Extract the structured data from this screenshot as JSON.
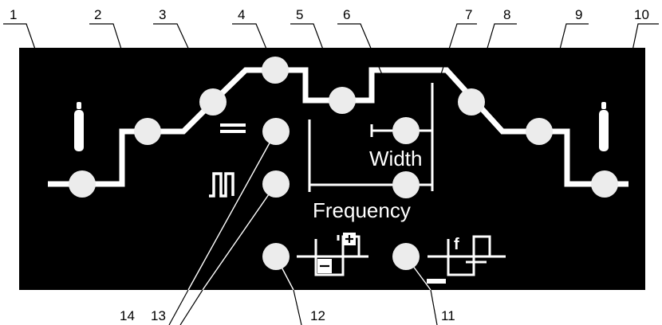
{
  "callouts": [
    "1",
    "2",
    "3",
    "4",
    "5",
    "6",
    "7",
    "8",
    "9",
    "10",
    "11",
    "12",
    "13",
    "14"
  ],
  "labels": {
    "width": "Width",
    "frequency": "Frequency",
    "pulse_f": "f"
  },
  "icons": {
    "gas_pre": "gas-cylinder-icon",
    "gas_post": "gas-cylinder-icon",
    "dc": "dc-current-icon",
    "pulse": "pulse-wave-icon",
    "balance": "ac-balance-icon",
    "ac_freq": "ac-frequency-icon"
  },
  "colors": {
    "panel": "#000000",
    "lines": "#ffffff",
    "leds": "#ececec",
    "text": "#000000"
  }
}
